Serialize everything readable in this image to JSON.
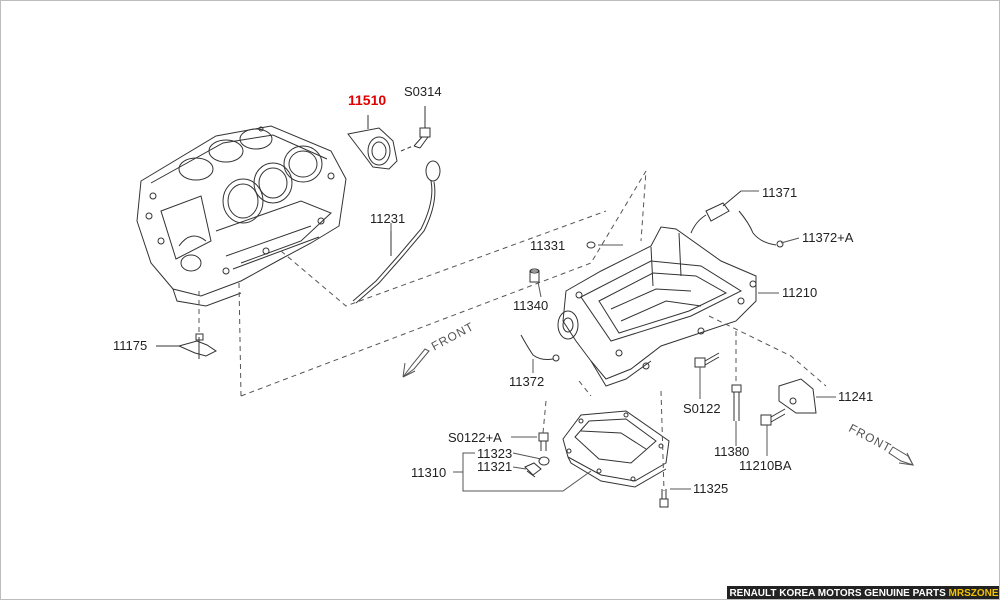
{
  "diagram": {
    "highlight_color": "#e00000",
    "labels": {
      "p11510": "11510",
      "s0314": "S0314",
      "p11231": "11231",
      "p11175": "11175",
      "p11371": "11371",
      "p11372a": "11372+A",
      "p11331": "11331",
      "p11340": "11340",
      "p11210": "11210",
      "p11372": "11372",
      "s0122": "S0122",
      "p11241": "11241",
      "p11380": "11380",
      "p11210ba": "11210BA",
      "s0122a": "S0122+A",
      "p11323": "11323",
      "p11310": "11310",
      "p11321": "11321",
      "p11325": "11325"
    },
    "front_labels": [
      "FRONT",
      "FRONT"
    ]
  },
  "footer": {
    "brand": "RENAULT KOREA MOTORS GENUINE PARTS",
    "zone": "MRSZONE"
  }
}
